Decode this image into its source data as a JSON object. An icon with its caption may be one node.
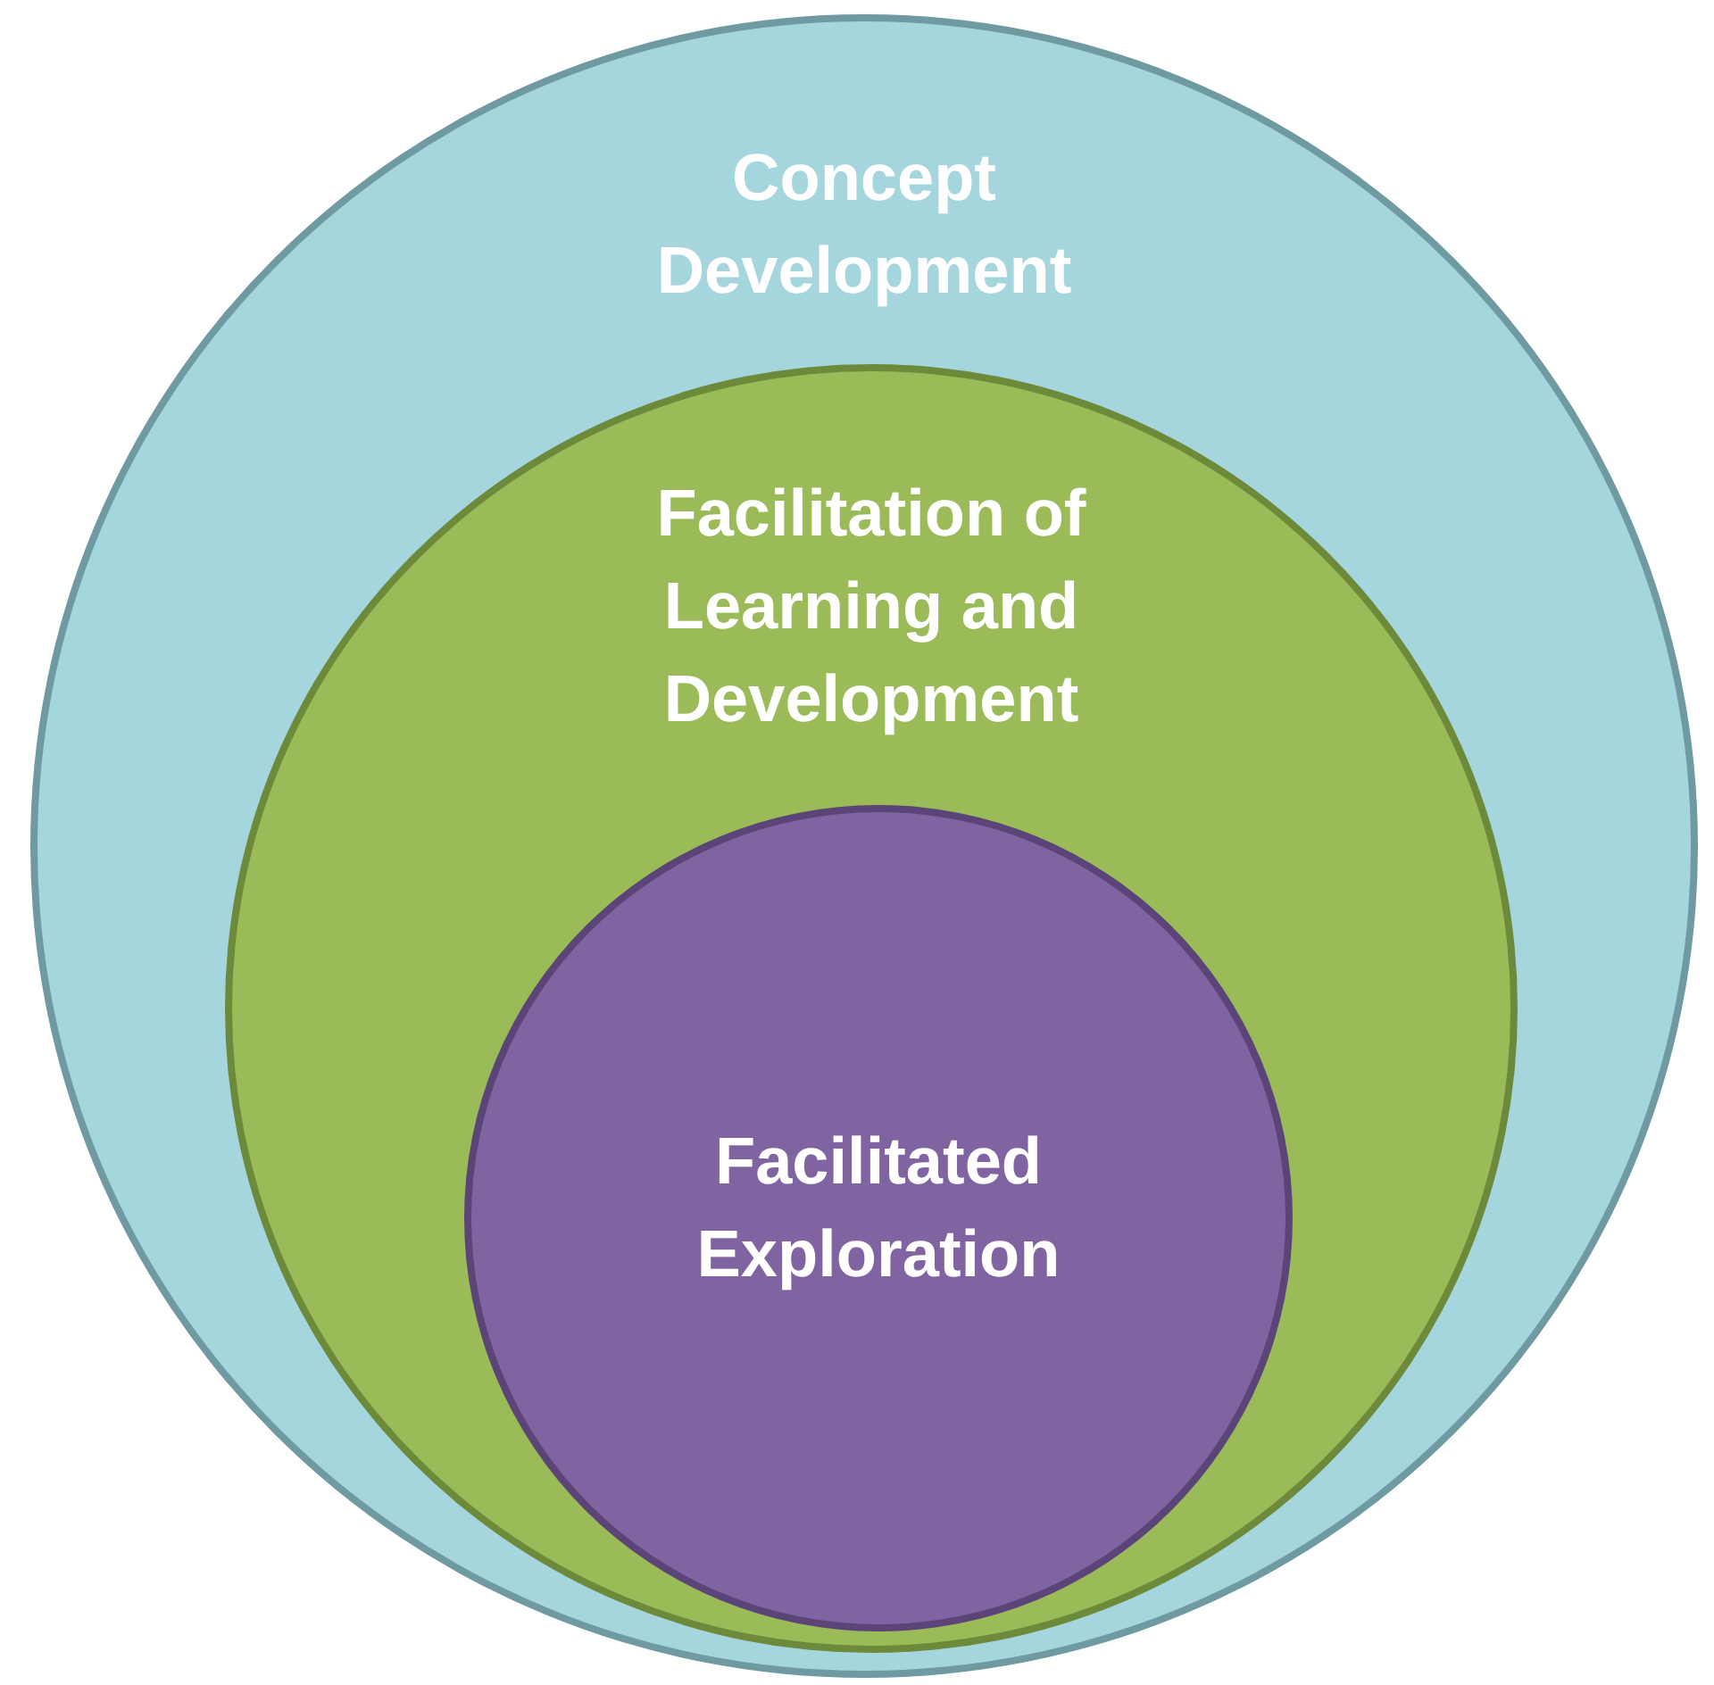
{
  "diagram": {
    "nodes": [
      {
        "text": [
          "Concept Development"
        ]
      },
      {
        "text": [
          "Facilitation of Learning and Development"
        ],
        "in": 0
      },
      {
        "text": [
          "Facilitated Exploration"
        ],
        "in": 1
      }
    ]
  }
}
